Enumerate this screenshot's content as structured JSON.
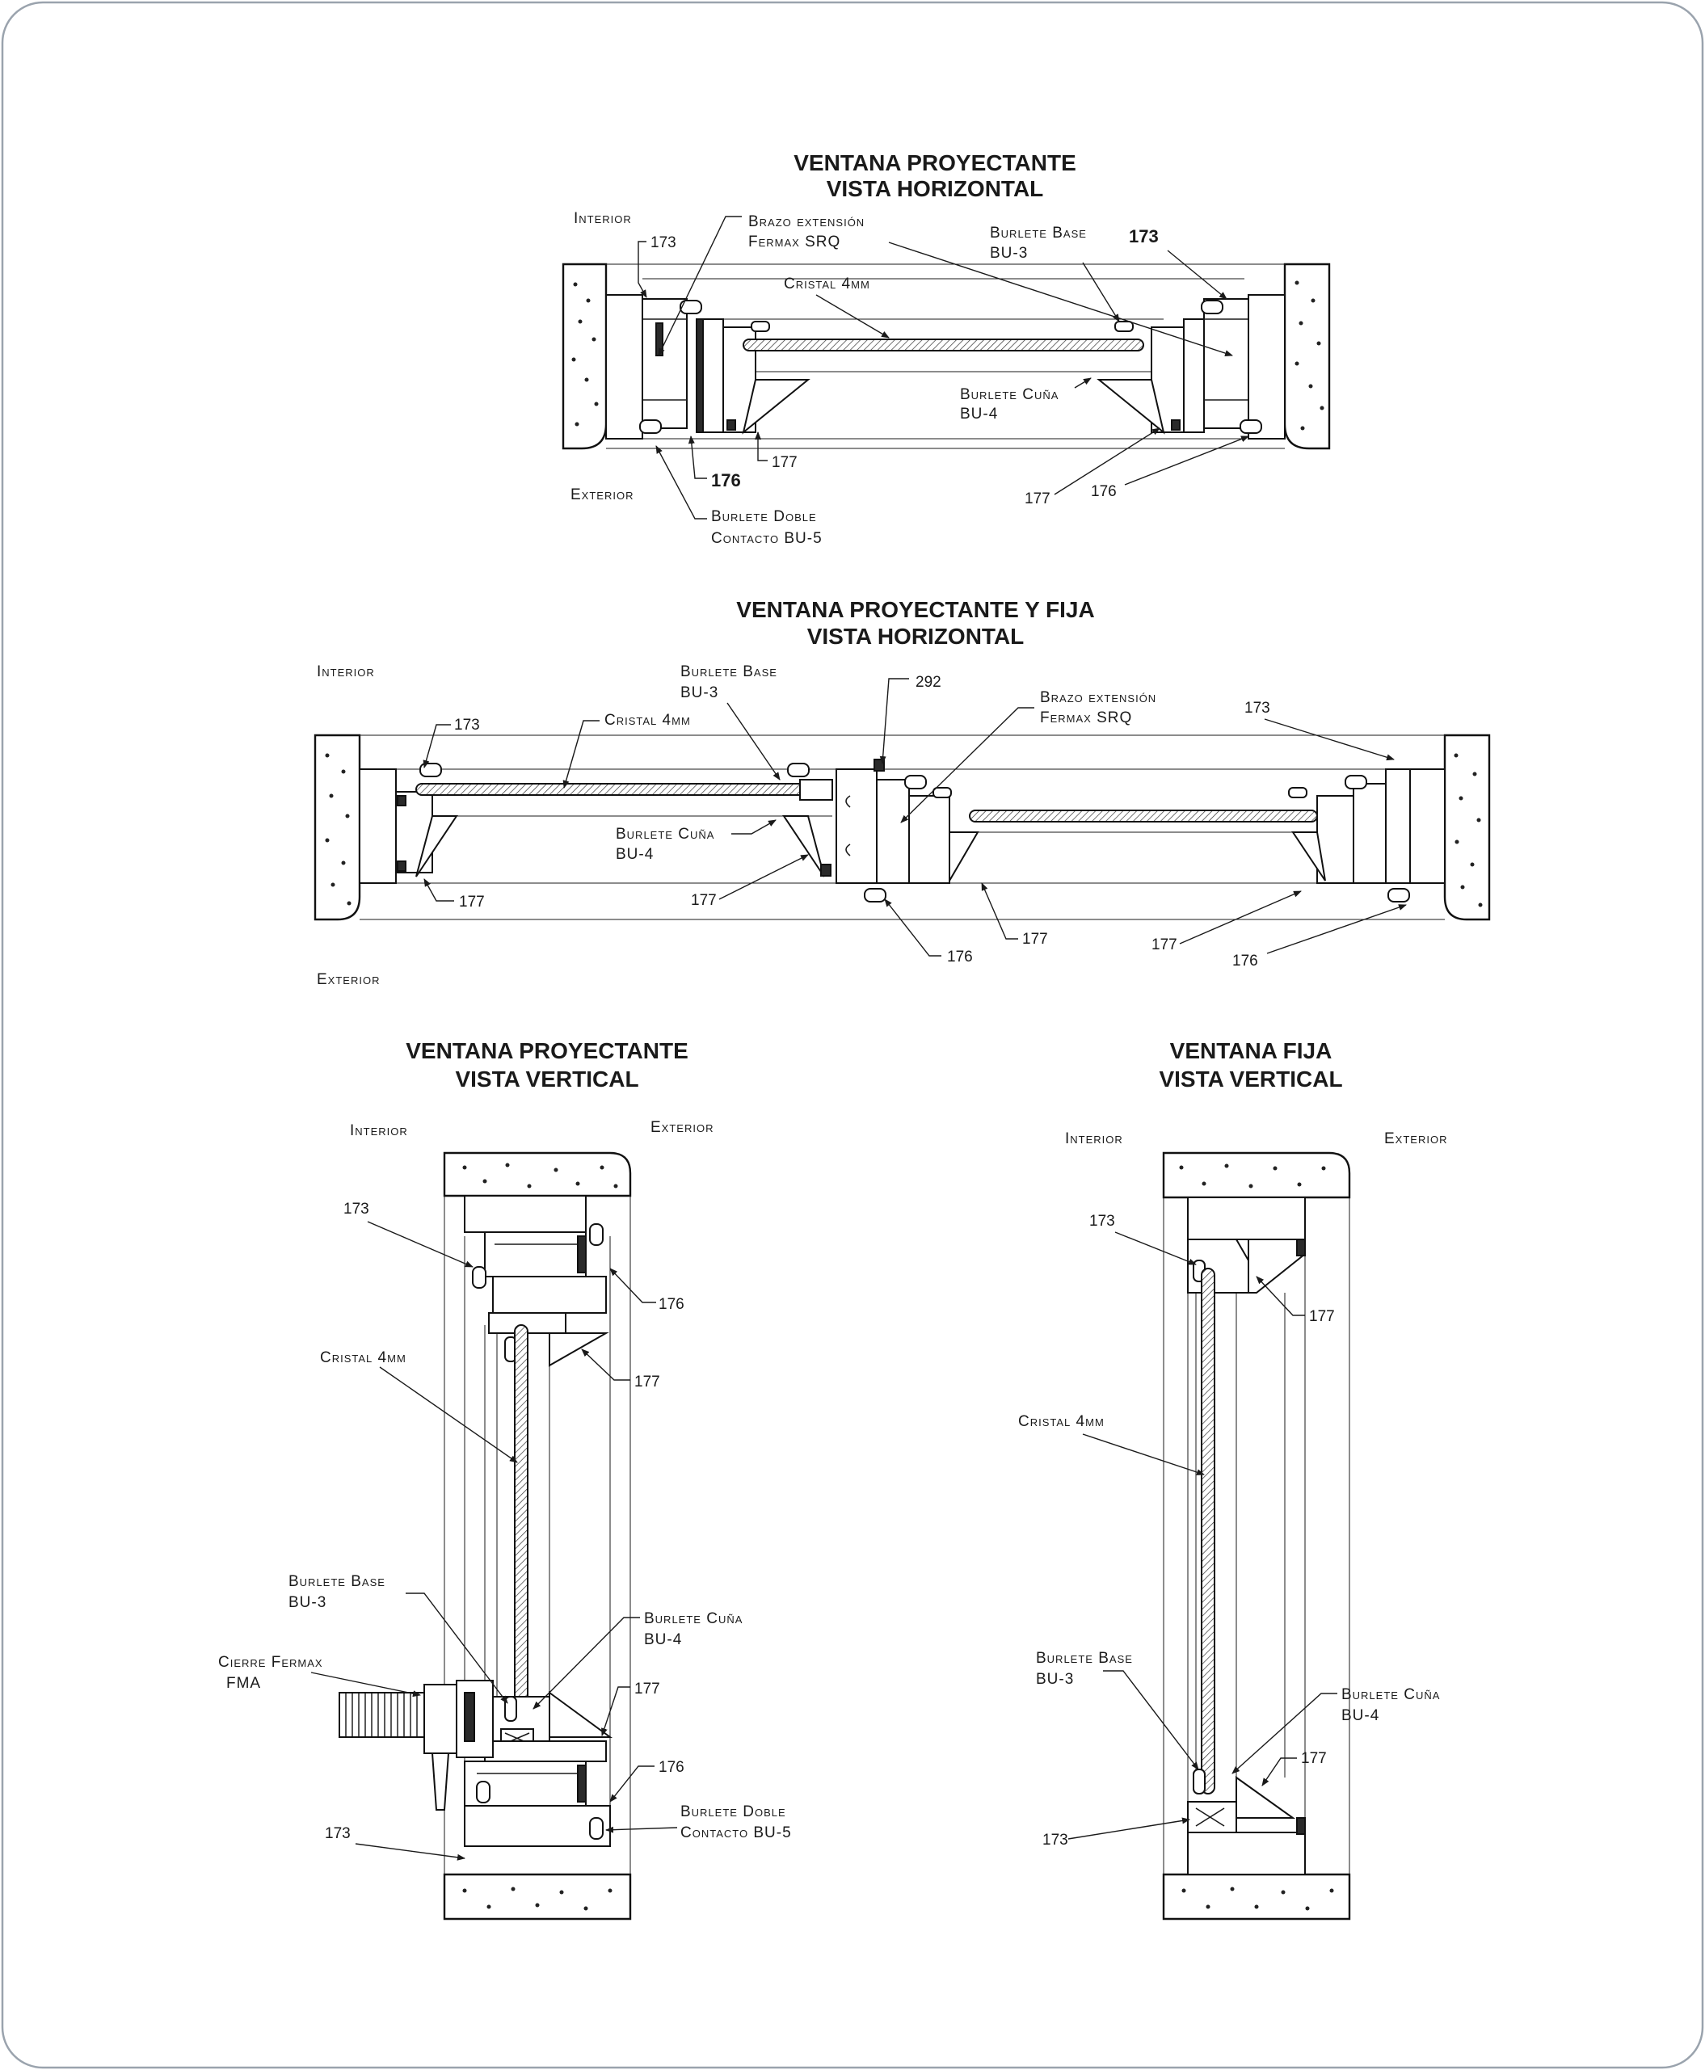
{
  "sections": {
    "ph": {
      "title1": "VENTANA PROYECTANTE",
      "title2": "VISTA HORIZONTAL",
      "interior": "Interior",
      "exterior": "Exterior",
      "n173a": "173",
      "n173b": "173",
      "brazo1": "Brazo extensión",
      "brazo2": "Fermax SRQ",
      "cristal": "Cristal 4mm",
      "bbase1": "Burlete Base",
      "bbase2": "BU-3",
      "bcuna1": "Burlete Cuña",
      "bcuna2": "BU-4",
      "n176a": "176",
      "n177a": "177",
      "n177b": "177",
      "n176b": "176",
      "bdoble1": "Burlete Doble",
      "bdoble2": "Contacto BU-5"
    },
    "pfh": {
      "title1": "VENTANA PROYECTANTE Y FIJA",
      "title2": "VISTA HORIZONTAL",
      "interior": "Interior",
      "exterior": "Exterior",
      "bbase1": "Burlete Base",
      "bbase2": "BU-3",
      "n292": "292",
      "brazo1": "Brazo extensión",
      "brazo2": "Fermax SRQ",
      "n173a": "173",
      "n173b": "173",
      "cristal": "Cristal 4mm",
      "bcuna1": "Burlete Cuña",
      "bcuna2": "BU-4",
      "n177a": "177",
      "n177b": "177",
      "n177c": "177",
      "n177d": "177",
      "n176a": "176",
      "n176b": "176"
    },
    "pv": {
      "title1": "VENTANA PROYECTANTE",
      "title2": "VISTA VERTICAL",
      "interior": "Interior",
      "exterior": "Exterior",
      "n173a": "173",
      "n176a": "176",
      "n177a": "177",
      "cristal": "Cristal 4mm",
      "bbase1": "Burlete Base",
      "bbase2": "BU-3",
      "bcuna1": "Burlete Cuña",
      "bcuna2": "BU-4",
      "cierre1": "Cierre Fermax",
      "cierre2": "FMA",
      "n177b": "177",
      "n176b": "176",
      "bdoble1": "Burlete Doble",
      "bdoble2": "Contacto BU-5",
      "n173b": "173"
    },
    "fv": {
      "title1": "VENTANA FIJA",
      "title2": "VISTA VERTICAL",
      "interior": "Interior",
      "exterior": "Exterior",
      "n173a": "173",
      "n177a": "177",
      "cristal": "Cristal 4mm",
      "bbase1": "Burlete Base",
      "bbase2": "BU-3",
      "bcuna1": "Burlete Cuña",
      "bcuna2": "BU-4",
      "n177b": "177",
      "n173b": "173"
    }
  }
}
